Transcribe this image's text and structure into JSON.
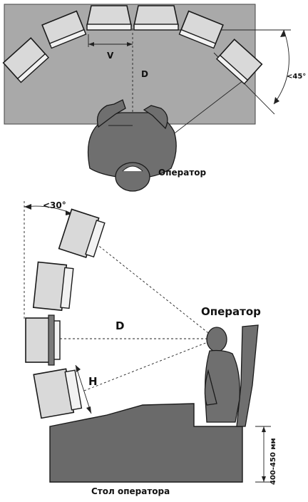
{
  "top_view": {
    "distance_label": "D",
    "width_label": "V",
    "angle_label": "<45°",
    "operator_label": "Оператор"
  },
  "side_view": {
    "angle_label": "<30°",
    "distance_label": "D",
    "height_label": "H",
    "operator_label": "Оператор",
    "seat_height_label": "400-450 мм",
    "desk_label": "Стол оператора"
  },
  "colors": {
    "panel_gray": "#a9a9a9",
    "figure_gray": "#6f6f6f",
    "monitor_light": "#e6e6e6"
  }
}
